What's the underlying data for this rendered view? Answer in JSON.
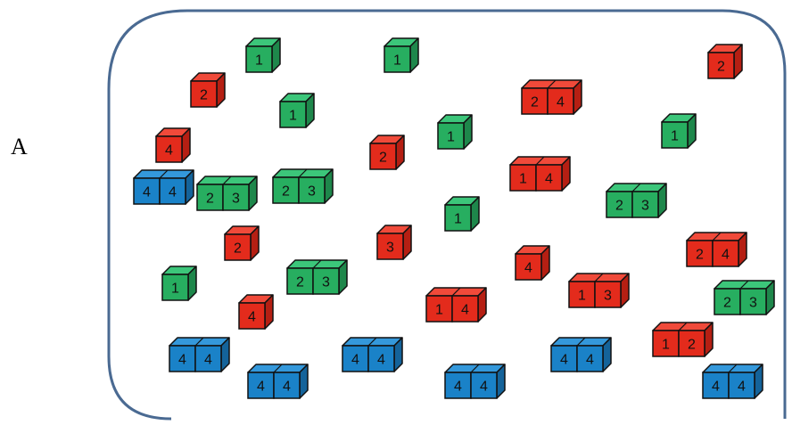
{
  "panel_label": "A",
  "colors": {
    "frame": "#4a6a92",
    "outline": "#111111",
    "green": {
      "front": "#27ae60",
      "top": "#3cc67a",
      "side": "#1e874b"
    },
    "red": {
      "front": "#e32b1c",
      "top": "#f04a3a",
      "side": "#b51f13"
    },
    "blue": {
      "front": "#1a82c8",
      "top": "#3498db",
      "side": "#14639a"
    }
  },
  "blocks": [
    {
      "color": "green",
      "labels": [
        "1"
      ]
    },
    {
      "color": "green",
      "labels": [
        "1"
      ]
    },
    {
      "color": "red",
      "labels": [
        "2"
      ]
    },
    {
      "color": "red",
      "labels": [
        "2"
      ]
    },
    {
      "color": "green",
      "labels": [
        "1"
      ]
    },
    {
      "color": "red",
      "labels": [
        "2",
        "4"
      ]
    },
    {
      "color": "red",
      "labels": [
        "4"
      ]
    },
    {
      "color": "green",
      "labels": [
        "1"
      ]
    },
    {
      "color": "red",
      "labels": [
        "2"
      ]
    },
    {
      "color": "green",
      "labels": [
        "2",
        "3"
      ]
    },
    {
      "color": "green",
      "labels": [
        "1"
      ]
    },
    {
      "color": "green",
      "labels": [
        "2",
        "3"
      ]
    },
    {
      "color": "red",
      "labels": [
        "1",
        "4"
      ]
    },
    {
      "color": "green",
      "labels": [
        "2",
        "3"
      ]
    },
    {
      "color": "green",
      "labels": [
        "1"
      ]
    },
    {
      "color": "red",
      "labels": [
        "2"
      ]
    },
    {
      "color": "red",
      "labels": [
        "3"
      ]
    },
    {
      "color": "red",
      "labels": [
        "2",
        "4"
      ]
    },
    {
      "color": "red",
      "labels": [
        "4"
      ]
    },
    {
      "color": "green",
      "labels": [
        "1"
      ]
    },
    {
      "color": "green",
      "labels": [
        "2",
        "3"
      ]
    },
    {
      "color": "red",
      "labels": [
        "1",
        "3"
      ]
    },
    {
      "color": "green",
      "labels": [
        "2",
        "3"
      ]
    },
    {
      "color": "red",
      "labels": [
        "1",
        "4"
      ]
    },
    {
      "color": "red",
      "labels": [
        "4"
      ]
    },
    {
      "color": "red",
      "labels": [
        "1",
        "2"
      ]
    },
    {
      "color": "blue",
      "labels": [
        "4",
        "4"
      ]
    },
    {
      "color": "blue",
      "labels": [
        "4",
        "4"
      ]
    },
    {
      "color": "blue",
      "labels": [
        "4",
        "4"
      ]
    },
    {
      "color": "blue",
      "labels": [
        "4",
        "4"
      ]
    },
    {
      "color": "blue",
      "labels": [
        "4",
        "4"
      ]
    },
    {
      "color": "blue",
      "labels": [
        "4",
        "4"
      ]
    },
    {
      "color": "blue",
      "labels": [
        "4",
        "4"
      ]
    }
  ]
}
